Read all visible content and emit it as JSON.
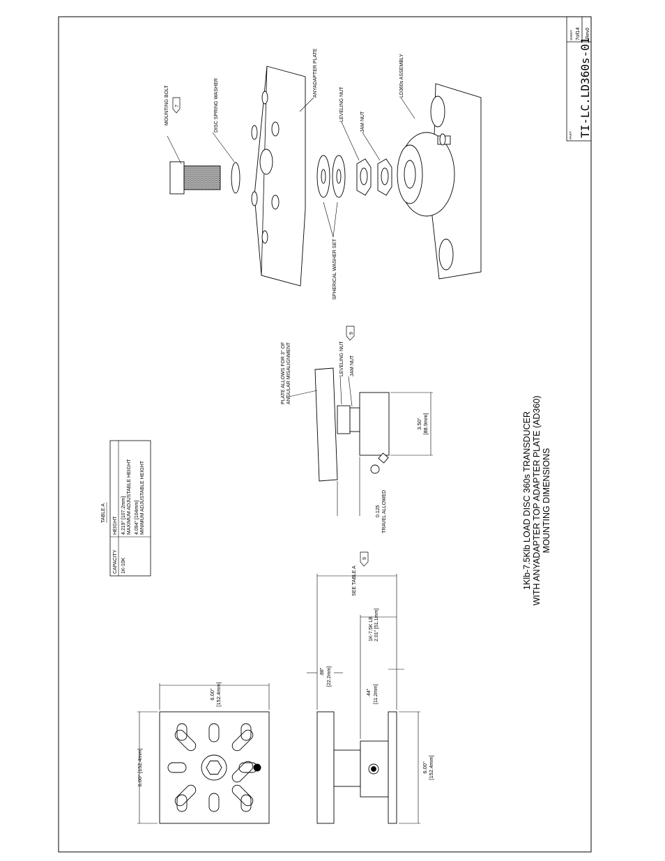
{
  "title_block": {
    "part_label": "PART",
    "part_number": "TI-LC.LD360s-01",
    "sheet_label": "SHEET",
    "sheet_value": "7of14",
    "rev": "Rev0"
  },
  "drawing_title": {
    "line1": "1Klb-7.5Klb LOAD DISC 360s TRANSDUCER",
    "line2": "WITH ANYADAPTER TOP ADAPTER PLATE (AD360)",
    "line3": "MOUNTING DIMENSIONS"
  },
  "table_a": {
    "caption": "TABLE A",
    "headers": [
      "CAPACITY",
      "HEIGHT"
    ],
    "capacity": "1K-10K",
    "rows": [
      {
        "value": "4.219\" [107.2mm]",
        "desc": "MAXIMUM ADJUSTABLE HEIGHT"
      },
      {
        "value": "4.094\" [104mm]",
        "desc": "MINIMUM ADJUSTABLE HEIGHT"
      }
    ]
  },
  "exploded_labels": {
    "mounting_bolt": "MOUNTING BOLT",
    "mounting_bolt_ref": "7",
    "disc_spring_washer": "DISC SPRING WASHER",
    "anyadapter_plate": "ANYADAPTER PLATE",
    "leveling_nut": "LEVELING NUT",
    "jam_nut": "JAM NUT",
    "ld360s_assembly": "LD360s ASSEMBLY",
    "spherical_washer_set": "SPHERICAL WASHER SET"
  },
  "side_view_labels": {
    "plate_allows_1": "PLATE ALLOWS FOR 3° OF",
    "plate_allows_2": "ANGULAR MISALIGNMENT",
    "leveling_nut": "LEVELING NUT",
    "jam_nut": "JAM NUT",
    "ref": "9",
    "travel_value": "0.125",
    "travel_label": "TRAVEL ALLOWED",
    "height_in": "3.50\"",
    "height_mm": "[88.9mm]"
  },
  "front_view_labels": {
    "see_table": "SEE TABLE A",
    "see_table_ref": "9",
    "cap_label": "1K-7.5K LB",
    "cap_value": "2.01\" [51.1mm]",
    "dim_88_in": ".88\"",
    "dim_88_mm": "[22.2mm]",
    "dim_44_in": ".44\"",
    "dim_44_mm": "[11.2mm]",
    "base_in": "6.00\"",
    "base_mm": "[152.4mm]"
  },
  "top_view_labels": {
    "width_in": "6.00\"",
    "width_mm": "[152.4mm]",
    "height": "6.00\" [152.4mm]"
  }
}
